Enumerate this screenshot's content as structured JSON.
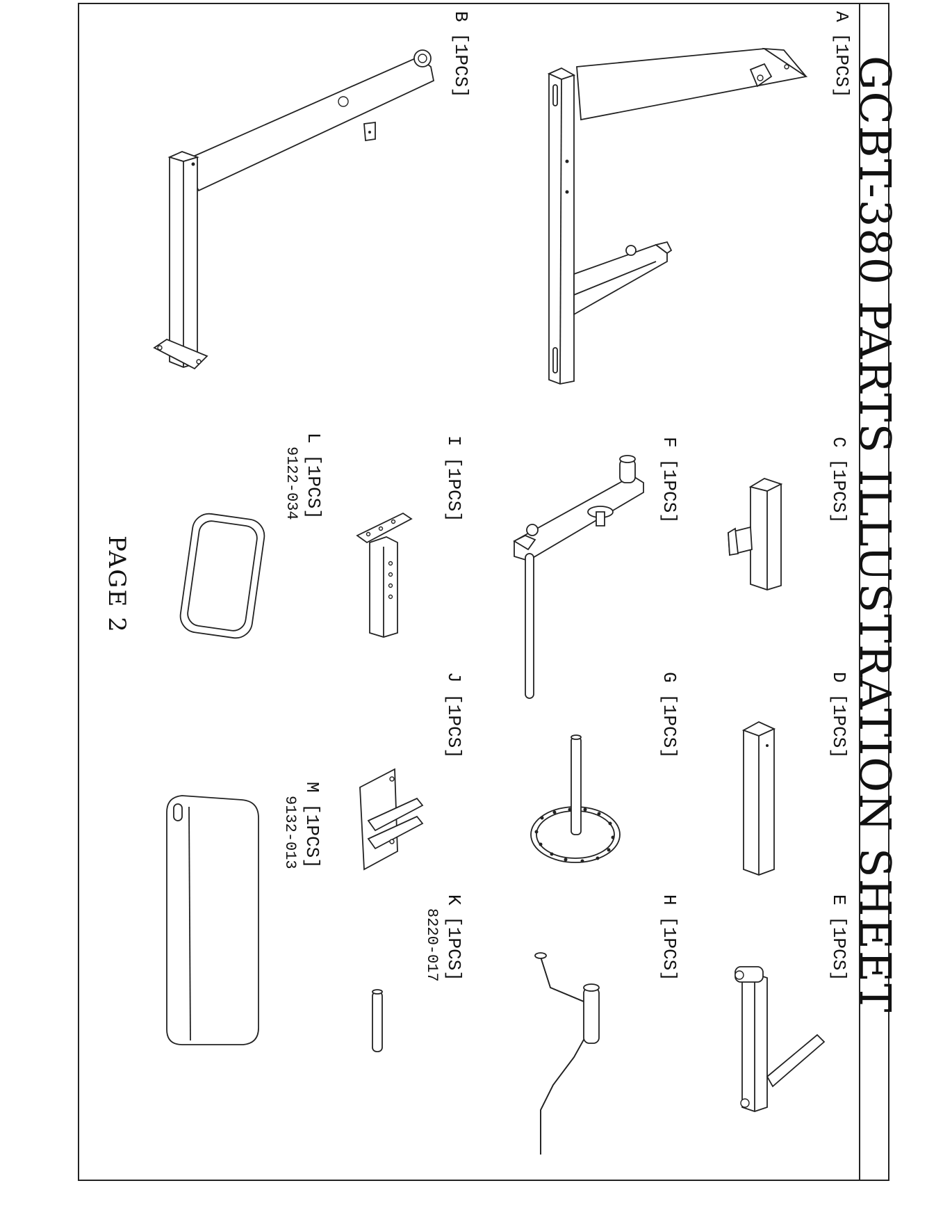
{
  "sheet": {
    "title": "GCBT-380 PARTS ILLUSTRATION SHEET",
    "page": "PAGE 2"
  },
  "parts": [
    {
      "letter": "A",
      "label": "A [1PCS]",
      "code": ""
    },
    {
      "letter": "B",
      "label": "B [1PCS]",
      "code": ""
    },
    {
      "letter": "C",
      "label": "C [1PCS]",
      "code": ""
    },
    {
      "letter": "D",
      "label": "D [1PCS]",
      "code": ""
    },
    {
      "letter": "E",
      "label": "E [1PCS]",
      "code": ""
    },
    {
      "letter": "F",
      "label": "F [1PCS]",
      "code": ""
    },
    {
      "letter": "G",
      "label": "G [1PCS]",
      "code": ""
    },
    {
      "letter": "H",
      "label": "H [1PCS]",
      "code": ""
    },
    {
      "letter": "I",
      "label": "I [1PCS]",
      "code": ""
    },
    {
      "letter": "J",
      "label": "J [1PCS]",
      "code": ""
    },
    {
      "letter": "K",
      "label": "K [1PCS]",
      "code": "8220-017"
    },
    {
      "letter": "L",
      "label": "L [1PCS]",
      "code": "9122-034"
    },
    {
      "letter": "M",
      "label": "M [1PCS]",
      "code": "9132-013"
    }
  ]
}
